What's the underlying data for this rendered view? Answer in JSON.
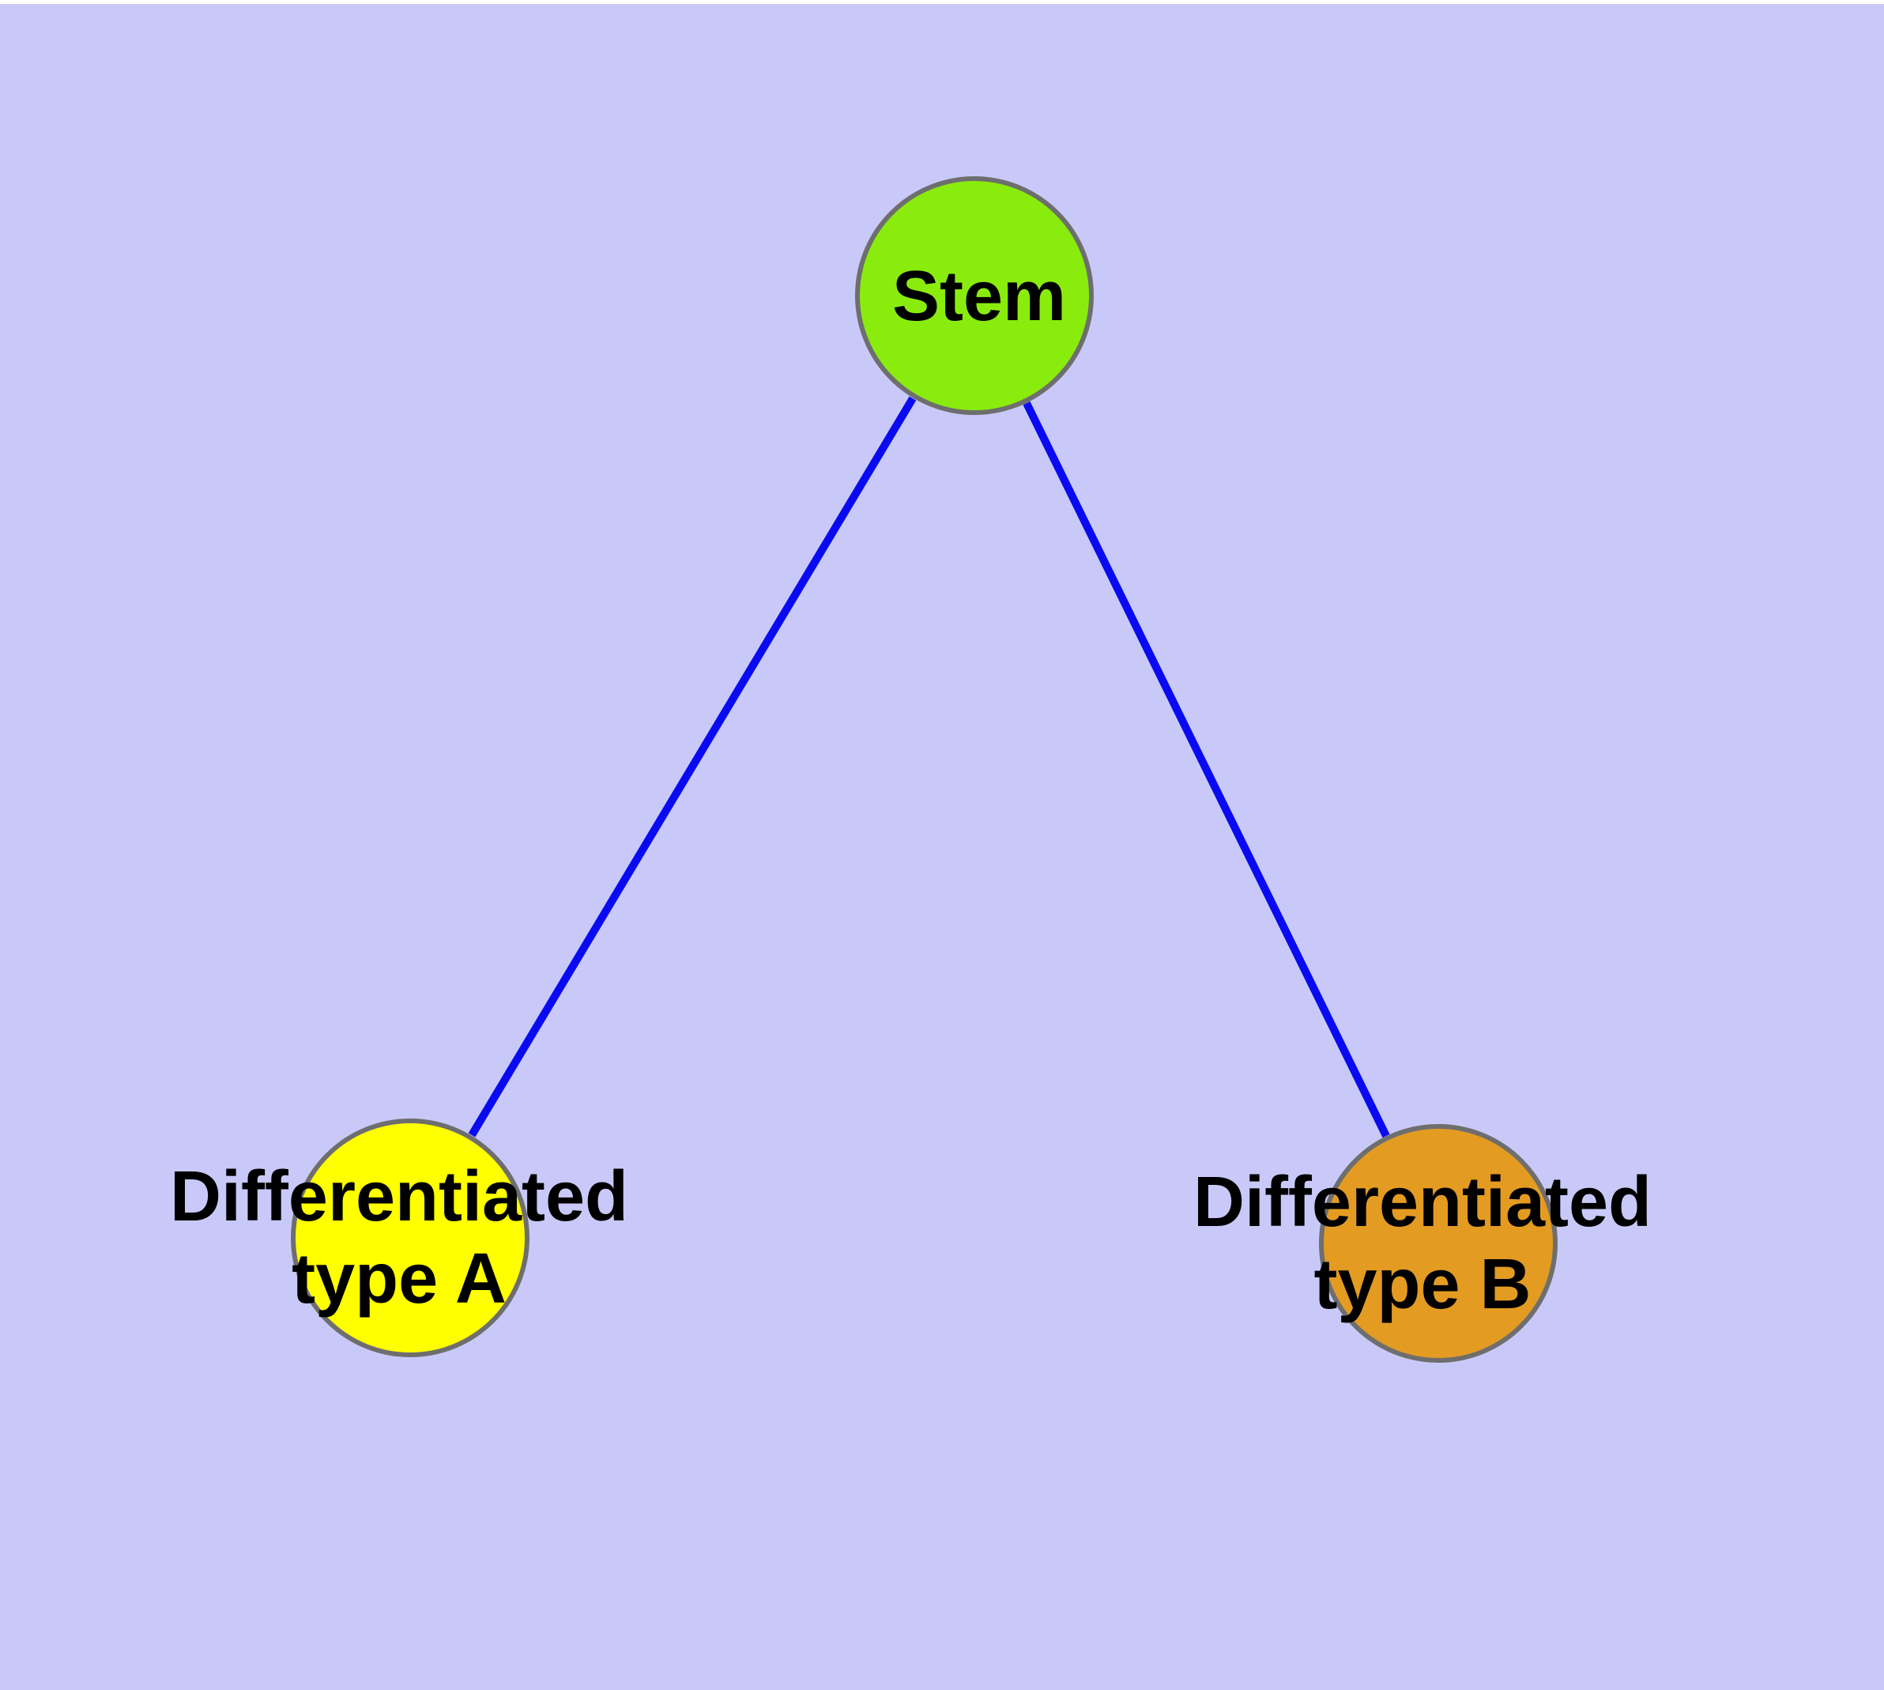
{
  "diagram": {
    "background_color": "#c9c9f9",
    "edge_color": "#0a0af2",
    "node_border_color": "#6e6e6e",
    "text_color": "#000000",
    "nodes": {
      "stem": {
        "label": "Stem",
        "fill": "#8aec0d"
      },
      "type_a": {
        "line1": "Differentiated",
        "line2": "type A",
        "fill": "#ffff00"
      },
      "type_b": {
        "line1": "Differentiated",
        "line2": "type B",
        "fill": "#e49b22"
      }
    },
    "edges": [
      {
        "from": "Stem",
        "to": "Differentiated type A"
      },
      {
        "from": "Stem",
        "to": "Differentiated type B"
      }
    ]
  }
}
